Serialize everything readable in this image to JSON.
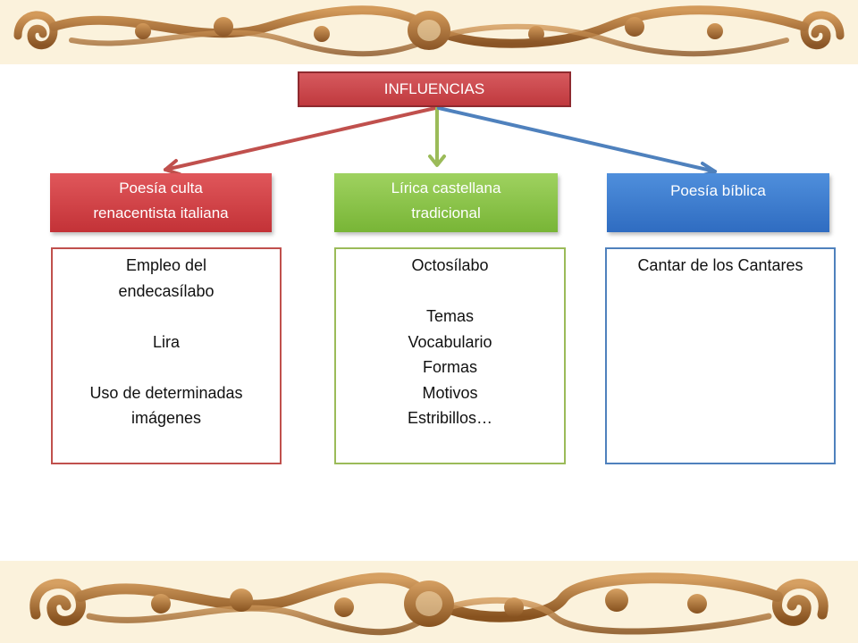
{
  "root": {
    "label": "INFLUENCIAS"
  },
  "influences": [
    {
      "key": "italian",
      "title": [
        "Poesía culta",
        "renacentista italiana"
      ],
      "details": [
        "Empleo del",
        "endecasílabo",
        "",
        "Lira",
        "",
        "Uso de determinadas",
        "imágenes"
      ]
    },
    {
      "key": "castilian",
      "title": [
        "Lírica castellana",
        "tradicional"
      ],
      "details": [
        "Octosílabo",
        "",
        "Temas",
        "Vocabulario",
        "Formas",
        "Motivos",
        "Estribillos…"
      ]
    },
    {
      "key": "biblical",
      "title": [
        "Poesía bíblica"
      ],
      "details": [
        "Cantar de los Cantares"
      ]
    }
  ],
  "colors": {
    "red": "#c0504d",
    "green": "#9bbb59",
    "blue": "#4f81bd",
    "ornament": "#b87a3c"
  },
  "icons": {
    "top_border": "carved-ornament-icon",
    "bottom_border": "carved-ornament-icon"
  }
}
